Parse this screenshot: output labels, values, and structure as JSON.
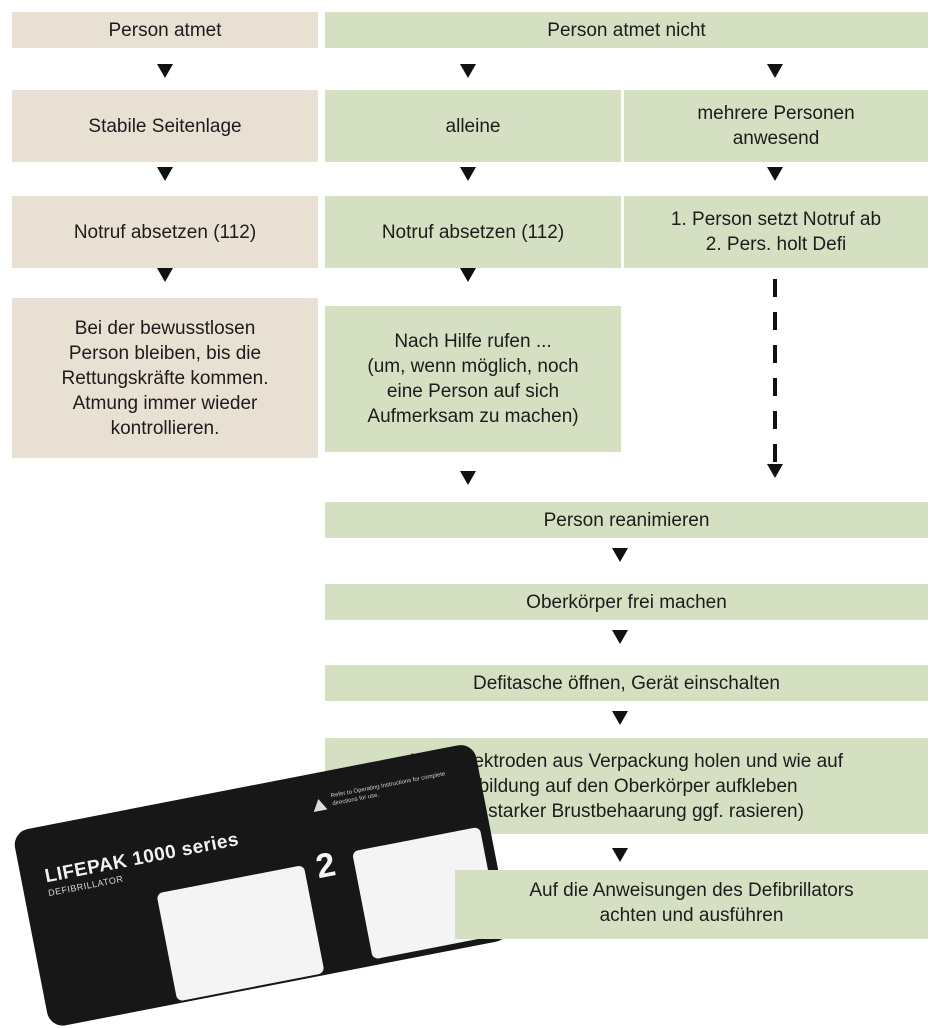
{
  "boxes": {
    "person_atmet": "Person atmet",
    "person_atmet_nicht": "Person atmet nicht",
    "stabile_seitenlage": "Stabile Seitenlage",
    "alleine": "alleine",
    "mehrere_personen": "mehrere Personen\nanwesend",
    "notruf_left": "Notruf absetzen (112)",
    "notruf_middle": "Notruf absetzen (112)",
    "notruf_right": "1. Person setzt Notruf ab\n2. Pers. holt Defi",
    "bei_person_bleiben": "Bei der bewusstlosen\nPerson bleiben, bis die\nRettungskräfte kommen.\nAtmung immer wieder\nkontrollieren.",
    "nach_hilfe_rufen": "Nach Hilfe rufen ...\n(um, wenn möglich, noch\neine Person auf sich\nAufmerksam zu machen)",
    "reanimieren": "Person reanimieren",
    "oberkoerper": "Oberkörper frei machen",
    "defitasche": "Defitasche öffnen, Gerät einschalten",
    "klebeelektroden": "Klebeelektroden aus Verpackung holen und wie auf\nAbbildung auf den Oberkörper aufkleben\n(Bei starker Brustbehaarung ggf. rasieren)",
    "anweisungen": "Auf die Anweisungen des Defibrillators\nachten und ausführen"
  },
  "device": {
    "brand": "LIFEPAK 1000 series",
    "subtitle": "DEFIBRILLATOR",
    "note": "Refer to Operating Instructions for complete directions for use.",
    "step_number": "2"
  },
  "colors": {
    "beige": "#e8e0d2",
    "green": "#d5dfc2",
    "arrow": "#111111"
  }
}
